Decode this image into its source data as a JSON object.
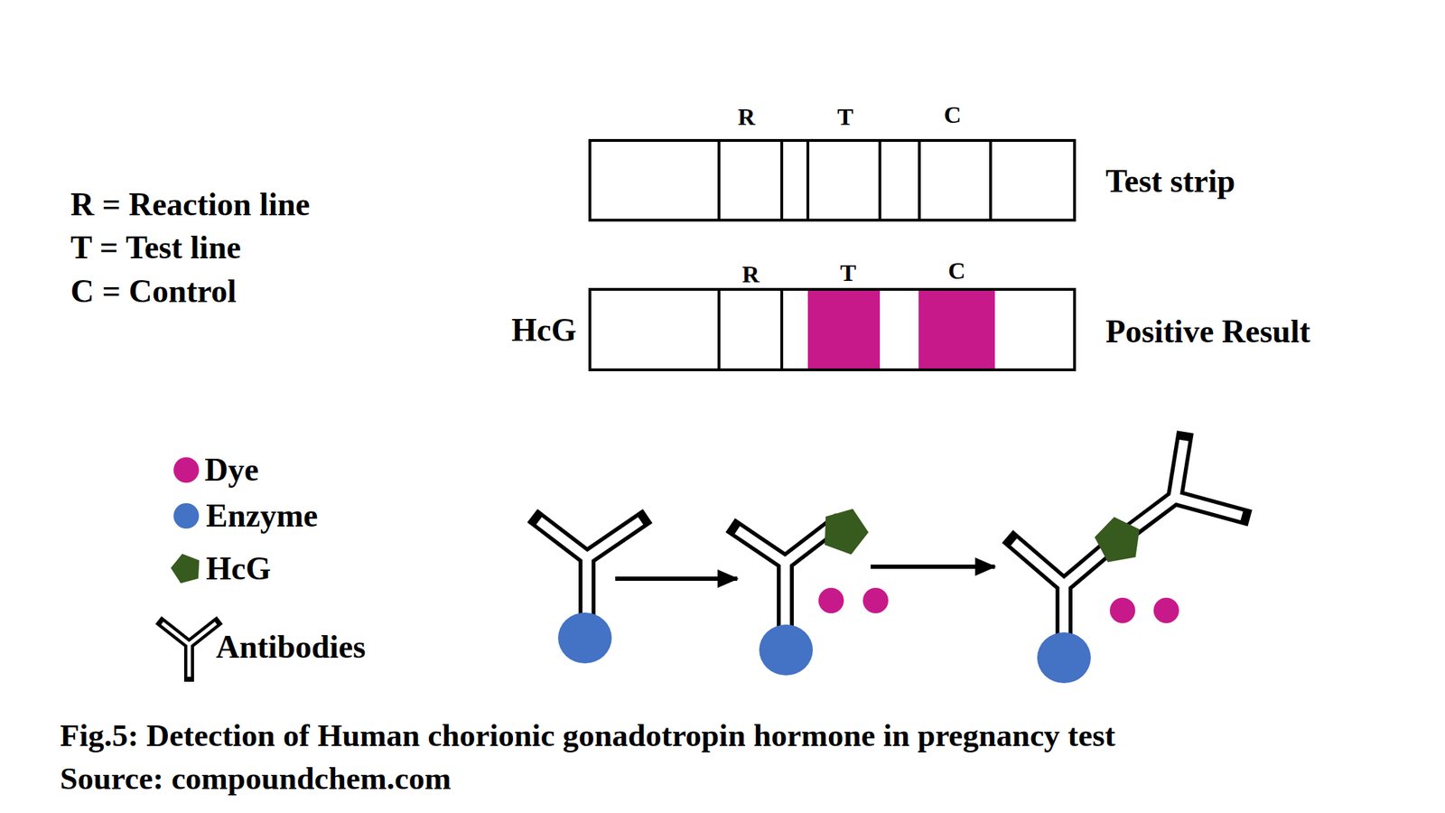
{
  "diagram": {
    "caption": "Fig.5: Detection of Human chorionic gonadotropin hormone in pregnancy test",
    "labels": [
      "R",
      "T",
      "C",
      "R = Reaction line",
      "Test strip",
      "T = Test line",
      "C = Control",
      "R",
      "T",
      "C",
      "HcG",
      "Positive Result",
      "Source: compoundchem.com"
    ],
    "legend": [
      {
        "text": "Dye",
        "color": "#c8198a"
      },
      {
        "text": "Enzyme",
        "color": "#4472c4"
      },
      {
        "text": "HcG",
        "color": "#375a1f"
      },
      {
        "text": "Antibodies"
      }
    ]
  }
}
